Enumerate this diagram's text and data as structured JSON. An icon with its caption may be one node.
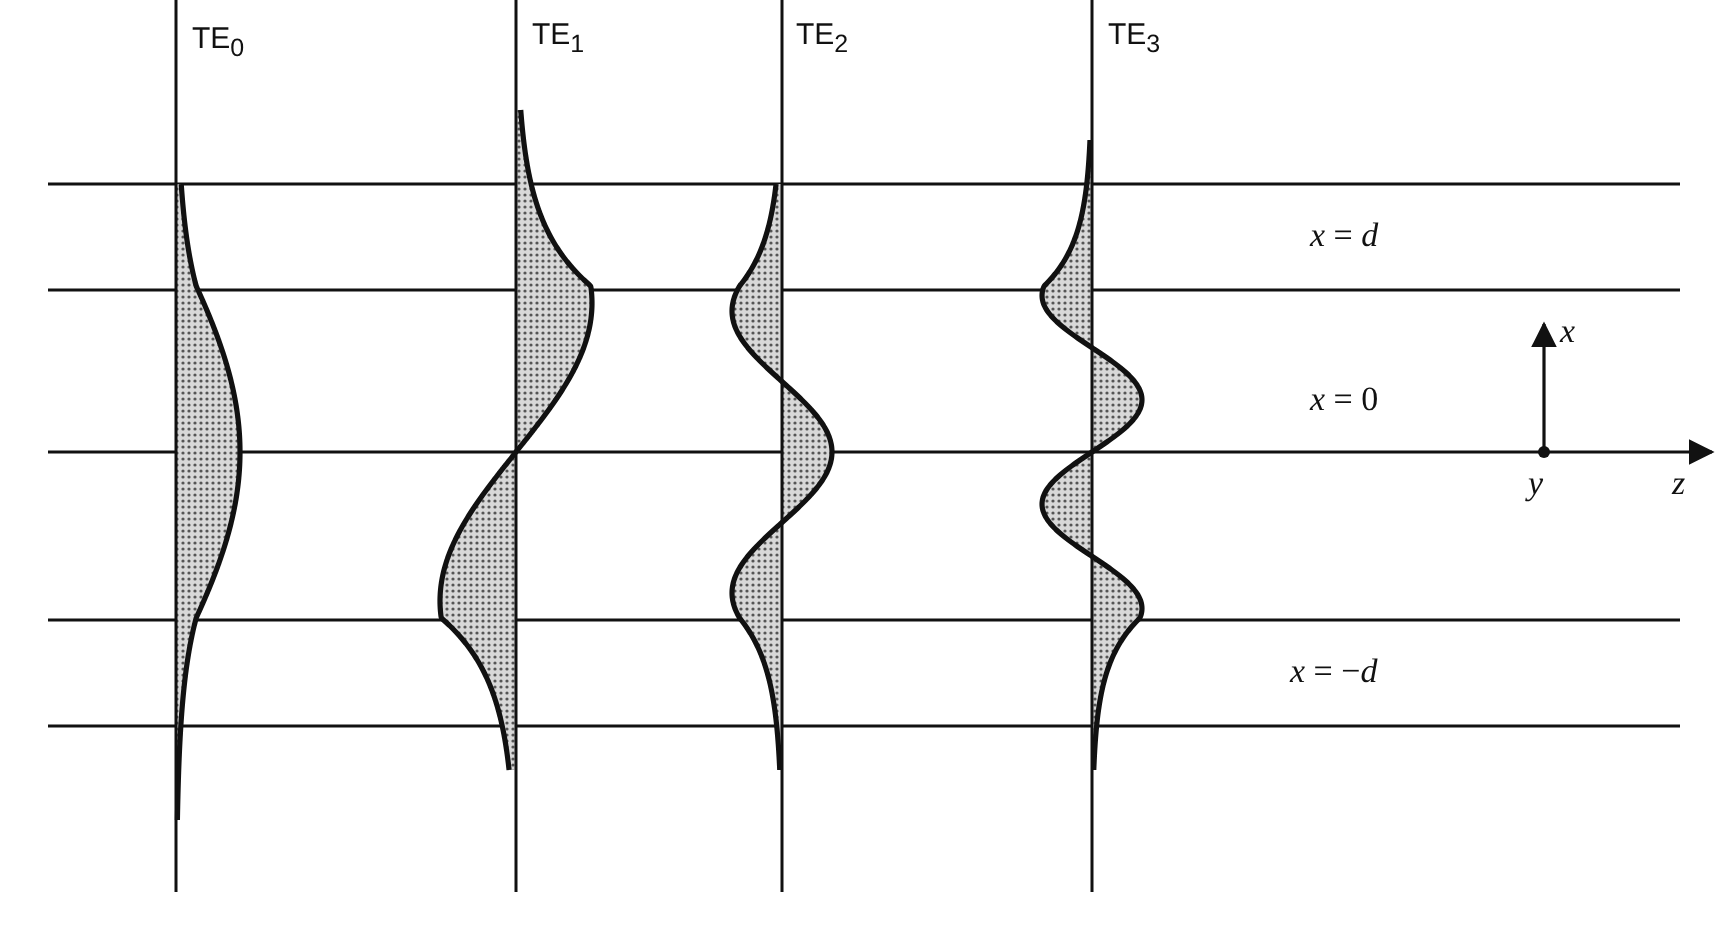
{
  "diagram": {
    "labels": [
      "TE$_{0}$",
      "TE$_{1}$",
      "TE$_{2}$",
      "TE$_{3}$",
      "*x* = *d*",
      "*x* = 0",
      "*x* = −*d*",
      "x",
      "y",
      "z"
    ]
  }
}
